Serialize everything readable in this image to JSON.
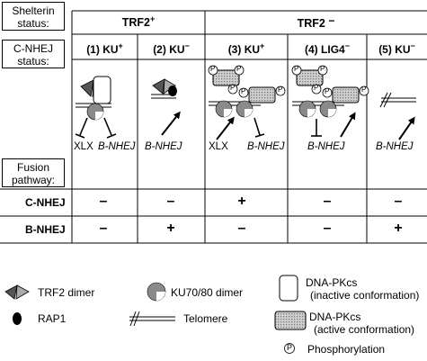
{
  "header_labels": {
    "shelterin_status": [
      "Shelterin",
      "status:"
    ],
    "cnhej_status": [
      "C-NHEJ",
      "status:"
    ],
    "fusion_pathway": [
      "Fusion",
      "pathway:"
    ]
  },
  "groups": {
    "trf2_plus": "TRF2",
    "trf2_plus_sup": "+",
    "trf2_minus": "TRF2",
    "trf2_minus_sup": "−"
  },
  "columns": [
    {
      "num": "(1)",
      "name": "KU",
      "sup": "+"
    },
    {
      "num": "(2)",
      "name": "KU",
      "sup": "−"
    },
    {
      "num": "(3)",
      "name": "KU",
      "sup": "+"
    },
    {
      "num": "(4)",
      "name": "LIG4",
      "sup": "−"
    },
    {
      "num": "(5)",
      "name": "KU",
      "sup": "−"
    }
  ],
  "diagram_labels": {
    "c1_left": "XLX",
    "c1_right": "B-NHEJ",
    "c2": "B-NHEJ",
    "c3_left": "XLX",
    "c3_right": "B-NHEJ",
    "c4": "B-NHEJ",
    "c5": "B-NHEJ",
    "phospho_mark": "P"
  },
  "table": {
    "rows": [
      {
        "label": "C-NHEJ",
        "values": [
          "–",
          "–",
          "+",
          "–",
          "–"
        ]
      },
      {
        "label": "B-NHEJ",
        "values": [
          "–",
          "+",
          "–",
          "–",
          "+"
        ]
      }
    ]
  },
  "legend": {
    "trf2_dimer": "TRF2 dimer",
    "ku": "KU70/80 dimer",
    "dnapkcs_inactive": [
      "DNA-PKcs",
      "(inactive conformation)"
    ],
    "rap1": "RAP1",
    "telomere": "Telomere",
    "dnapkcs_active": [
      "DNA-PKcs",
      "(active conformation)"
    ],
    "phospho_symbol": "P",
    "phosphorylation": "Phosphorylation"
  }
}
